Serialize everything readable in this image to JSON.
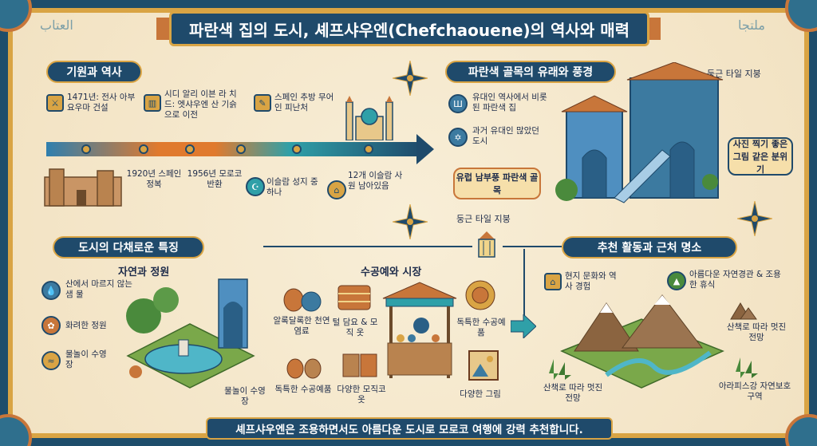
{
  "title": "파란색 집의 도시, 셰프샤우엔(Chefchaouene)의 역사와 매력",
  "footer": "셰프샤우엔은 조용하면서도 아름다운 도시로 모로코 여행에 강력 추천합니다.",
  "origin": {
    "heading": "기원과 역사",
    "top_events": [
      {
        "text": "1471년: 전사 아부 요우마 건설",
        "icon": "sword-icon"
      },
      {
        "text": "시디 알리 이븐 라 치드: 엣샤우엔 산 기슭으로 이전",
        "icon": "building-icon"
      },
      {
        "text": "스페인 추방 무어인 피난처",
        "icon": "scroll-icon"
      }
    ],
    "bottom_events": [
      {
        "text": "1920년 스페인 정복"
      },
      {
        "text": "1956년 모로코 반환"
      },
      {
        "text": "이슬람 성지 중 하나",
        "icon": "shrine-icon"
      },
      {
        "text": "12개 이슬람 사원 남아있음",
        "icon": "mosque-icon"
      }
    ]
  },
  "blue_alleys": {
    "heading": "파란색 골목의 유래와 풍경",
    "items": [
      {
        "text": "유대인 역사에서 비롯된 파란색 집",
        "icon": "menorah-icon"
      },
      {
        "text": "과거 유대인 많았던 도시",
        "icon": "star-of-david-icon"
      }
    ],
    "callout_left": "유럽 남부풍 파란색 골목",
    "callout_right": "사진 찍기 좋은 그림 같은 분위기",
    "label_roof": "둥근 타일 지붕",
    "label_roof_2": "둥근 타일 지붕"
  },
  "features": {
    "heading": "도시의 다채로운 특징",
    "nature": {
      "heading": "자연과 정원",
      "items": [
        {
          "text": "산에서 마르지 않는 샘 물",
          "icon": "water-drop-icon"
        },
        {
          "text": "화려한 정원",
          "icon": "flower-icon"
        },
        {
          "text": "물놀이 수영장",
          "icon": "pool-icon"
        }
      ],
      "pool_label": "물놀이 수영장"
    },
    "crafts": {
      "heading": "수공예와 시장",
      "items": [
        {
          "text": "알록달록한 천연 염료"
        },
        {
          "text": "털 담요 & 모직 옷"
        },
        {
          "text": "독특한 수공예품"
        },
        {
          "text": "다양한 모직코 옷"
        },
        {
          "text": "독특한 수공예품"
        },
        {
          "text": "다양한 그림"
        }
      ]
    }
  },
  "activities": {
    "heading": "추천 활동과 근처 명소",
    "items": [
      {
        "text": "현지 문화와 역사 경험",
        "icon": "museum-icon"
      },
      {
        "text": "아름다운 자연경관 & 조용한 휴식",
        "icon": "landscape-icon"
      },
      {
        "text": "산책로 따라 멋진 전망",
        "icon": "mountain-icon"
      },
      {
        "text": "산책로 따라 멋진 전망"
      },
      {
        "text": "아라피스강 자연보호구역"
      }
    ]
  },
  "decor": {
    "calligraphy_left": "العتاب",
    "calligraphy_right": "ملتجا"
  },
  "colors": {
    "navy": "#1f4a6b",
    "gold": "#d9a444",
    "terracotta": "#c8763a",
    "parchment": "#f4e7cb",
    "chefchaouen_blue": "#3c7aa0"
  }
}
